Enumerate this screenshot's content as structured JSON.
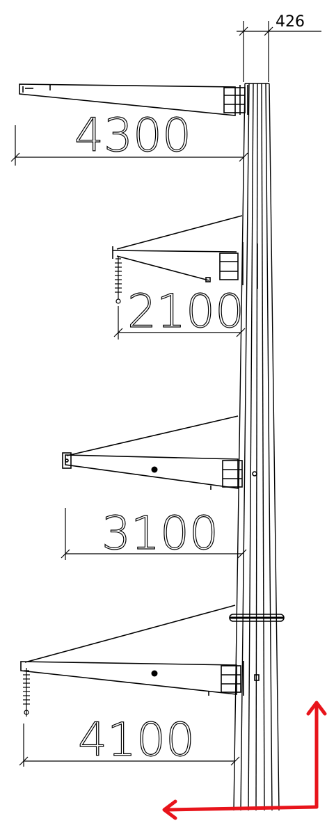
{
  "dimensions": {
    "top_width": "426",
    "arm1_length": "4300",
    "arm2_length": "2100",
    "arm3_length": "3100",
    "arm4_length": "4100"
  },
  "colors": {
    "line": "#000000",
    "arrow": "#e8141b",
    "background": "#ffffff"
  }
}
